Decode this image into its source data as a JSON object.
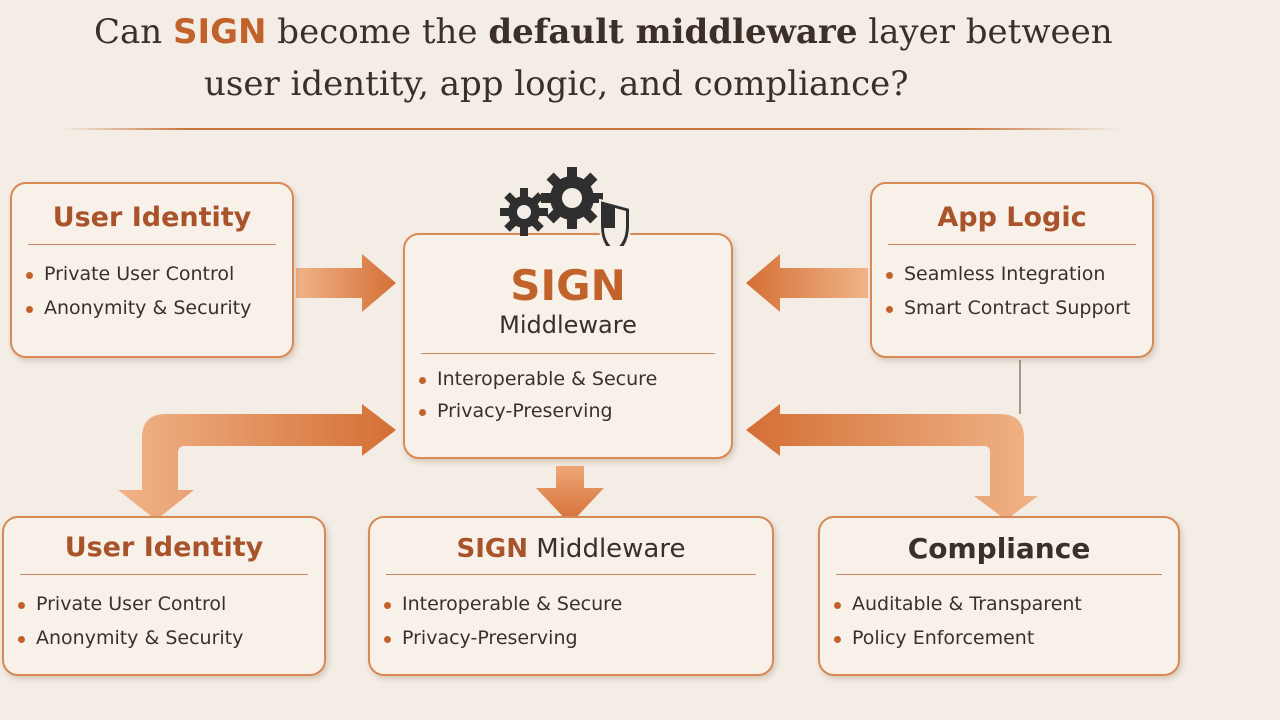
{
  "title": {
    "line1_prefix": "Can ",
    "line1_highlight": "SIGN",
    "line1_mid": " become the ",
    "line1_bold": "default middleware",
    "line1_suffix": " layer between",
    "line2": "user identity, app logic, and compliance?"
  },
  "center": {
    "title": "SIGN",
    "subtitle": "Middleware",
    "items": [
      "Interoperable & Secure",
      "Privacy-Preserving"
    ]
  },
  "user_identity_top": {
    "title": "User Identity",
    "items": [
      "Private User Control",
      "Anonymity & Security"
    ]
  },
  "app_logic": {
    "title": "App Logic",
    "items": [
      "Seamless Integration",
      "Smart Contract Support"
    ]
  },
  "user_identity_bottom": {
    "title": "User Identity",
    "items": [
      "Private User Control",
      "Anonymity & Security"
    ]
  },
  "sign_middleware_bottom": {
    "title_accent": "SIGN",
    "title_rest": " Middleware",
    "items": [
      "Interoperable & Secure",
      "Privacy-Preserving"
    ]
  },
  "compliance": {
    "title": "Compliance",
    "items": [
      "Auditable & Transparent",
      "Policy Enforcement"
    ]
  },
  "icons": {
    "center_icon": "gears-shield-icon"
  },
  "colors": {
    "accent": "#c0622a",
    "arrow": "#d9824a",
    "box_border": "#d88a55",
    "background": "#f3ede6"
  }
}
